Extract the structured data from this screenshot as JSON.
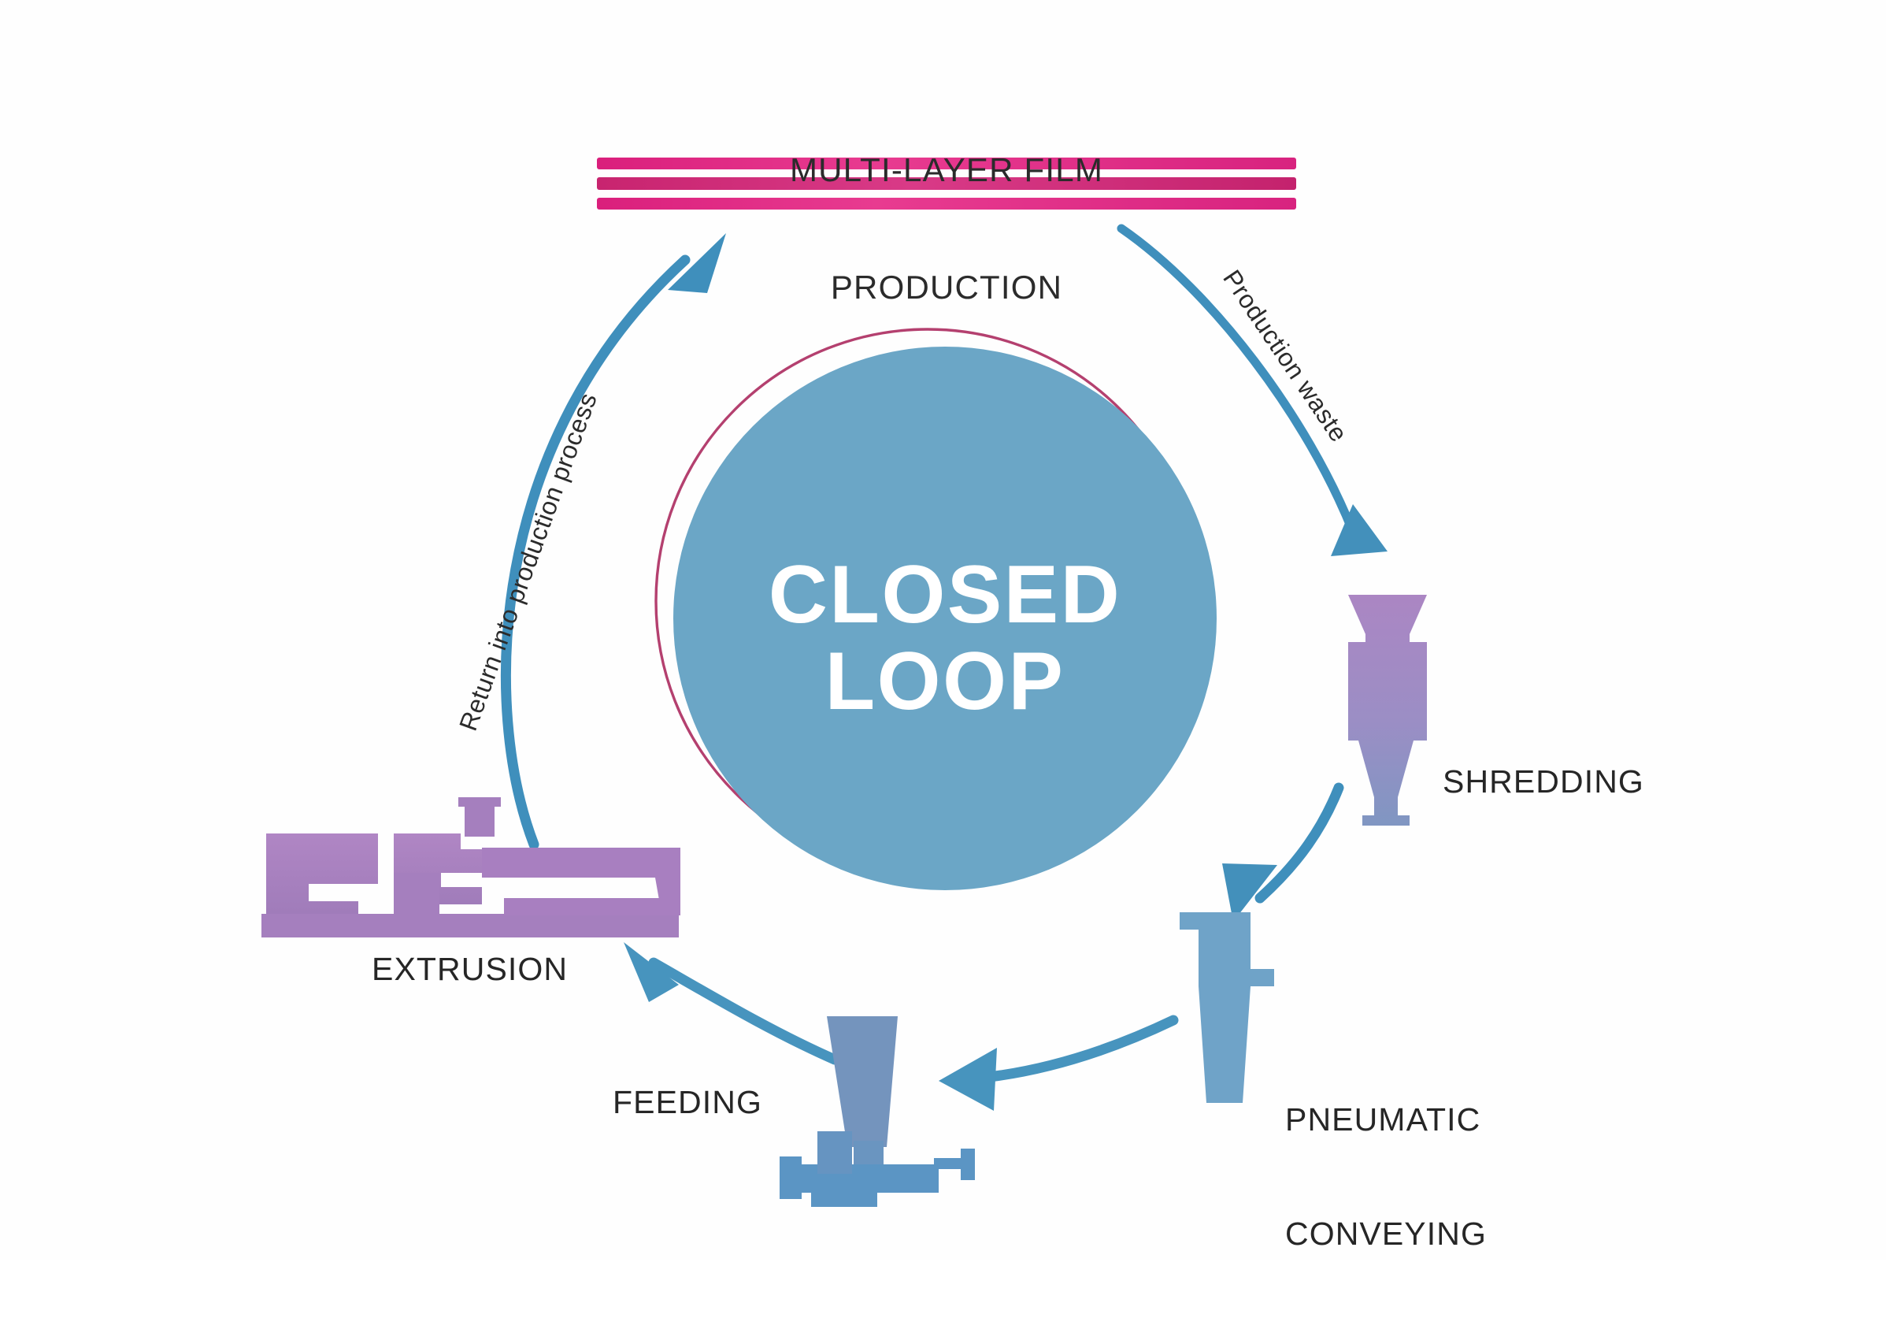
{
  "diagram": {
    "title": "MULTI-LAYER FILM\nPRODUCTION",
    "title_line1": "MULTI-LAYER FILM",
    "title_line2": "PRODUCTION",
    "center_line1": "CLOSED",
    "center_line2": "LOOP",
    "center_label": "CLOSED LOOP",
    "colors": {
      "center_circle": "#6ba6c6",
      "center_ring_outline": "#b03a6e",
      "film_bar": "#e02f84",
      "film_bar_dark": "#c92b7a",
      "arrow_blue": "#3f8fbc",
      "icon_purple": "#a583c0",
      "icon_blue": "#7494bd",
      "icon_steel_blue": "#6fa3c8",
      "text": "#231f20",
      "background": "#ffffff"
    },
    "film": {
      "label": "MULTI-LAYER FILM PRODUCTION",
      "layer_count": 3
    },
    "stages": [
      {
        "id": "shredding",
        "label": "SHREDDING",
        "icon": "hopper-funnel-icon"
      },
      {
        "id": "pneumatic-conveying",
        "label": "PNEUMATIC\nCONVEYING",
        "label_line1": "PNEUMATIC",
        "label_line2": "CONVEYING",
        "icon": "cyclone-separator-icon"
      },
      {
        "id": "feeding",
        "label": "FEEDING",
        "icon": "feeder-hopper-icon"
      },
      {
        "id": "extrusion",
        "label": "EXTRUSION",
        "icon": "extruder-machine-icon"
      }
    ],
    "arcs": [
      {
        "id": "production-waste",
        "label": "Production waste",
        "from": "multi-layer-film-production",
        "to": "shredding"
      },
      {
        "id": "return-into-production-process",
        "label": "Return into production process",
        "from": "extrusion",
        "to": "multi-layer-film-production"
      }
    ],
    "flow_arrows": [
      {
        "id": "film-to-shredding",
        "label": "Production waste"
      },
      {
        "id": "shredding-to-pneumatic",
        "label": ""
      },
      {
        "id": "pneumatic-to-feeding",
        "label": ""
      },
      {
        "id": "feeding-to-extrusion",
        "label": ""
      },
      {
        "id": "extrusion-to-film",
        "label": "Return into production process"
      }
    ]
  }
}
